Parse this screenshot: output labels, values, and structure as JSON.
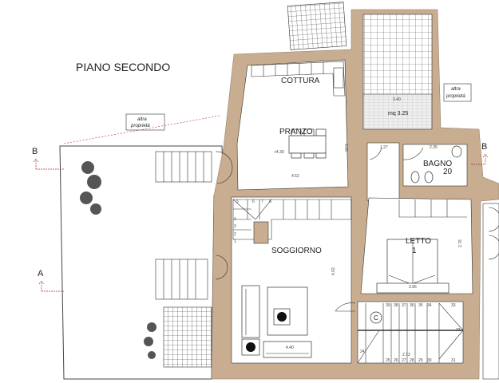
{
  "title": "PIANO SECONDO",
  "colors": {
    "wall": "#c8ad90",
    "tile": "#e4e4e4",
    "section_marker": "#b03030"
  },
  "rooms": {
    "cottura": "COTTURA",
    "pranzo": "PRANZO",
    "soggiorno": "SOGGIORNO",
    "letto": "LETTO",
    "letto_num": "1",
    "bagno": "BAGNO",
    "bagno_num": "20"
  },
  "annotations": {
    "other_property_1": "altra",
    "other_property_2": "proprietà",
    "elevation": "+4.30",
    "area": "mq 3.25",
    "stair_symbol": "C"
  },
  "sections": {
    "a": "A",
    "b": "B"
  },
  "dimensions": {
    "balcony_width": "3.40",
    "pranzo_width": "4.52",
    "pranzo_depth": "3.00",
    "hall_width": "1.27",
    "bagno_width": "2.35",
    "soggiorno_width": "4.40",
    "soggiorno_depth": "4.02",
    "letto_width": "3.96",
    "letto_depth": "2.76",
    "stair_width": "2.72"
  },
  "stairs": {
    "top": [
      "39",
      "38",
      "37",
      "36",
      "35",
      "34",
      "33"
    ],
    "bottom": [
      "25",
      "26",
      "27",
      "28",
      "29",
      "30",
      "31"
    ],
    "left": "24",
    "right": "32",
    "inner": [
      "1",
      "2",
      "3",
      "4",
      "5",
      "6",
      "7",
      "8"
    ]
  }
}
